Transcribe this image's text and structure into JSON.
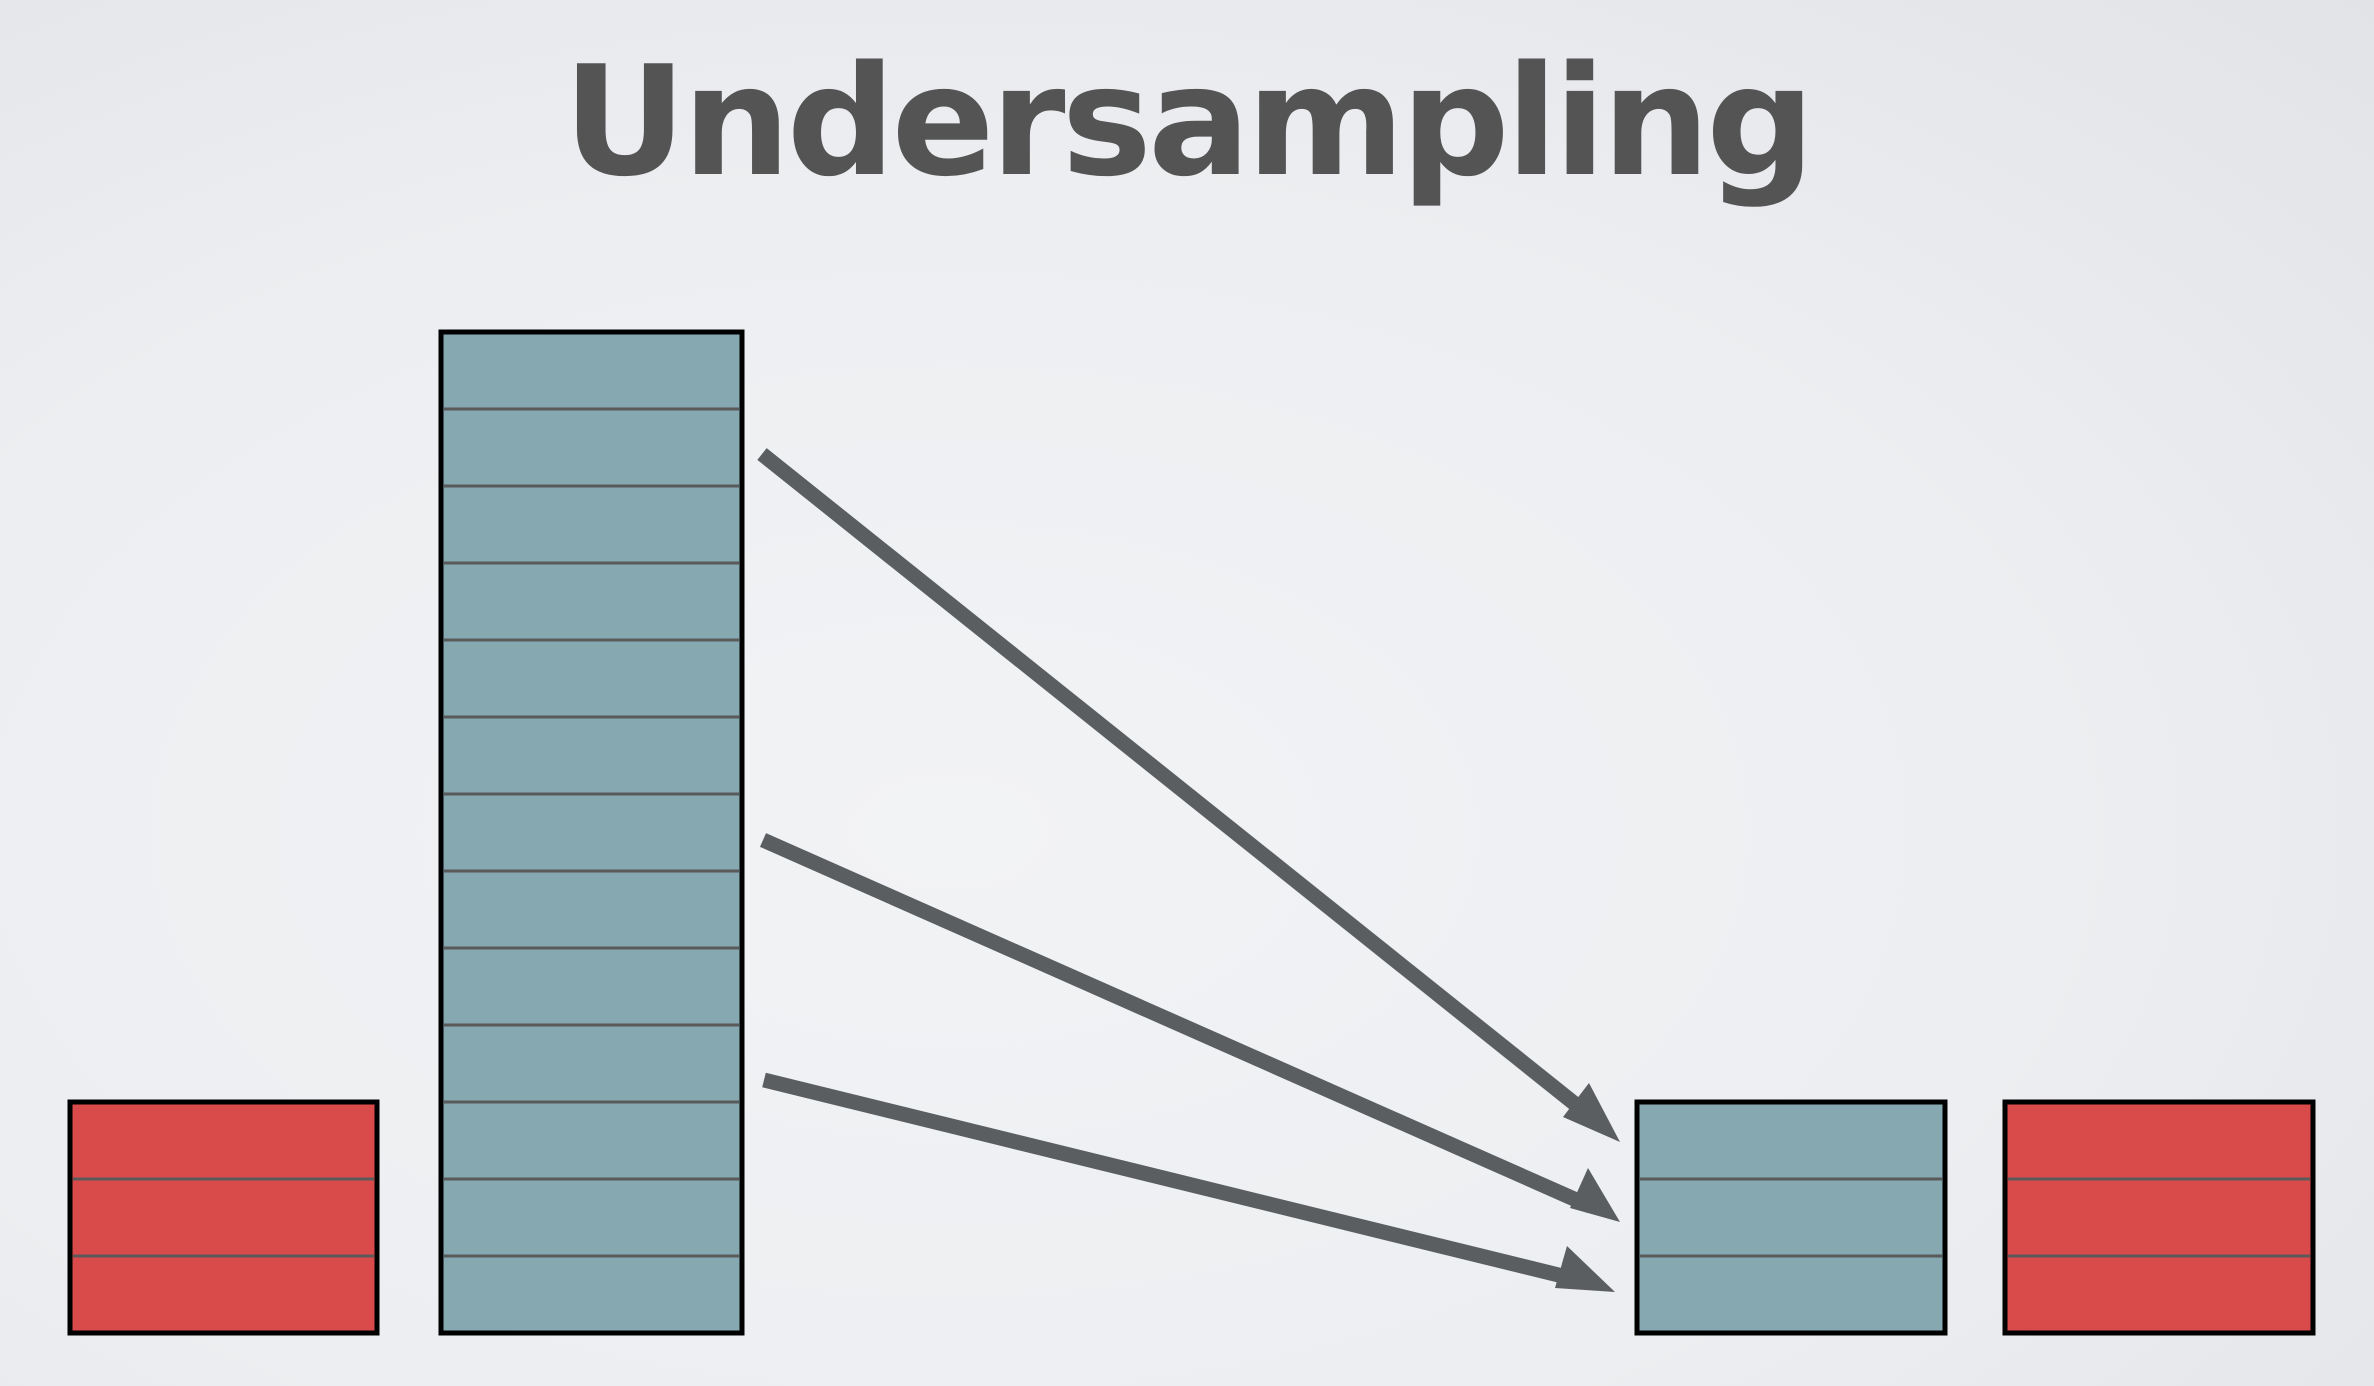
{
  "slide": {
    "title": "Undersampling"
  },
  "colors": {
    "majority_class": "#85a8b1",
    "minority_class": "#d94a4a",
    "arrow": "#5b5e60",
    "title_text": "#545454"
  },
  "diagram": {
    "before": {
      "minority_rows": 3,
      "majority_rows": 13
    },
    "after": {
      "majority_rows": 3,
      "minority_rows": 3
    },
    "sampled_arrows": 3
  }
}
